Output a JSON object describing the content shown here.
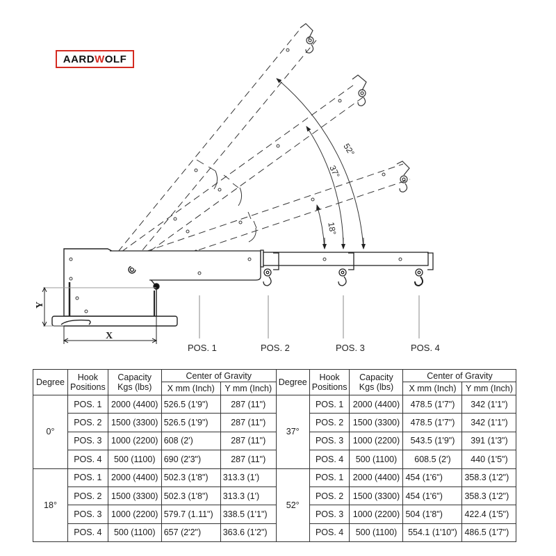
{
  "brand": {
    "logo_text_1": "AARD",
    "logo_text_2": "W",
    "logo_text_3": "OLF",
    "color": "#d42a20"
  },
  "diagram": {
    "angles": [
      "18°",
      "37°",
      "52°"
    ],
    "dimensions": {
      "x_label": "X",
      "y_label": "Y"
    },
    "positions": [
      "POS. 1",
      "POS. 2",
      "POS. 3",
      "POS. 4"
    ]
  },
  "table": {
    "headers": {
      "degree": "Degree",
      "hook": "Hook",
      "positions": "Positions",
      "capacity": "Capacity",
      "kgs": "Kgs (lbs)",
      "cog": "Center of Gravity",
      "x": "X mm (Inch)",
      "y": "Y mm (Inch)"
    },
    "left": [
      {
        "degree": "0°",
        "rows": [
          {
            "pos": "POS. 1",
            "cap": "2000 (4400)",
            "x": "526.5 (1'9\")",
            "y": "287 (11\")"
          },
          {
            "pos": "POS. 2",
            "cap": "1500 (3300)",
            "x": "526.5 (1'9\")",
            "y": "287 (11\")"
          },
          {
            "pos": "POS. 3",
            "cap": "1000 (2200)",
            "x": "608 (2')",
            "y": "287 (11\")"
          },
          {
            "pos": "POS. 4",
            "cap": "500 (1100)",
            "x": "690 (2'3\")",
            "y": "287 (11\")"
          }
        ]
      },
      {
        "degree": "18°",
        "rows": [
          {
            "pos": "POS. 1",
            "cap": "2000 (4400)",
            "x": "502.3 (1'8\")",
            "y": "313.3 (1')"
          },
          {
            "pos": "POS. 2",
            "cap": "1500 (3300)",
            "x": "502.3 (1'8\")",
            "y": "313.3 (1')"
          },
          {
            "pos": "POS. 3",
            "cap": "1000 (2200)",
            "x": "579.7 (1.11\")",
            "y": "338.5 (1'1\")"
          },
          {
            "pos": "POS. 4",
            "cap": "500 (1100)",
            "x": "657 (2'2\")",
            "y": "363.6 (1'2\")"
          }
        ]
      }
    ],
    "right": [
      {
        "degree": "37°",
        "rows": [
          {
            "pos": "POS. 1",
            "cap": "2000 (4400)",
            "x": "478.5 (1'7\")",
            "y": "342 (1'1\")"
          },
          {
            "pos": "POS. 2",
            "cap": "1500 (3300)",
            "x": "478.5 (1'7\")",
            "y": "342 (1'1\")"
          },
          {
            "pos": "POS. 3",
            "cap": "1000 (2200)",
            "x": "543.5 (1'9\")",
            "y": "391 (1'3\")"
          },
          {
            "pos": "POS. 4",
            "cap": "500 (1100)",
            "x": "608.5 (2')",
            "y": "440 (1'5\")"
          }
        ]
      },
      {
        "degree": "52°",
        "rows": [
          {
            "pos": "POS. 1",
            "cap": "2000 (4400)",
            "x": "454 (1'6\")",
            "y": "358.3 (1'2\")"
          },
          {
            "pos": "POS. 2",
            "cap": "1500 (3300)",
            "x": "454 (1'6\")",
            "y": "358.3 (1'2\")"
          },
          {
            "pos": "POS. 3",
            "cap": "1000 (2200)",
            "x": "504 (1'8\")",
            "y": "422.4 (1'5\")"
          },
          {
            "pos": "POS. 4",
            "cap": "500 (1100)",
            "x": "554.1 (1'10\")",
            "y": "486.5 (1'7\")"
          }
        ]
      }
    ]
  }
}
